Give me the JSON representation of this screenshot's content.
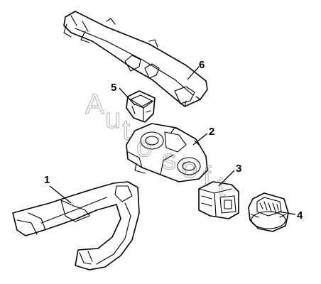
{
  "diagram": {
    "callouts": [
      "1",
      "2",
      "3",
      "4",
      "5",
      "6"
    ],
    "watermark": [
      "A",
      "u",
      "t",
      "o",
      "s",
      "o",
      "f",
      "t"
    ]
  }
}
